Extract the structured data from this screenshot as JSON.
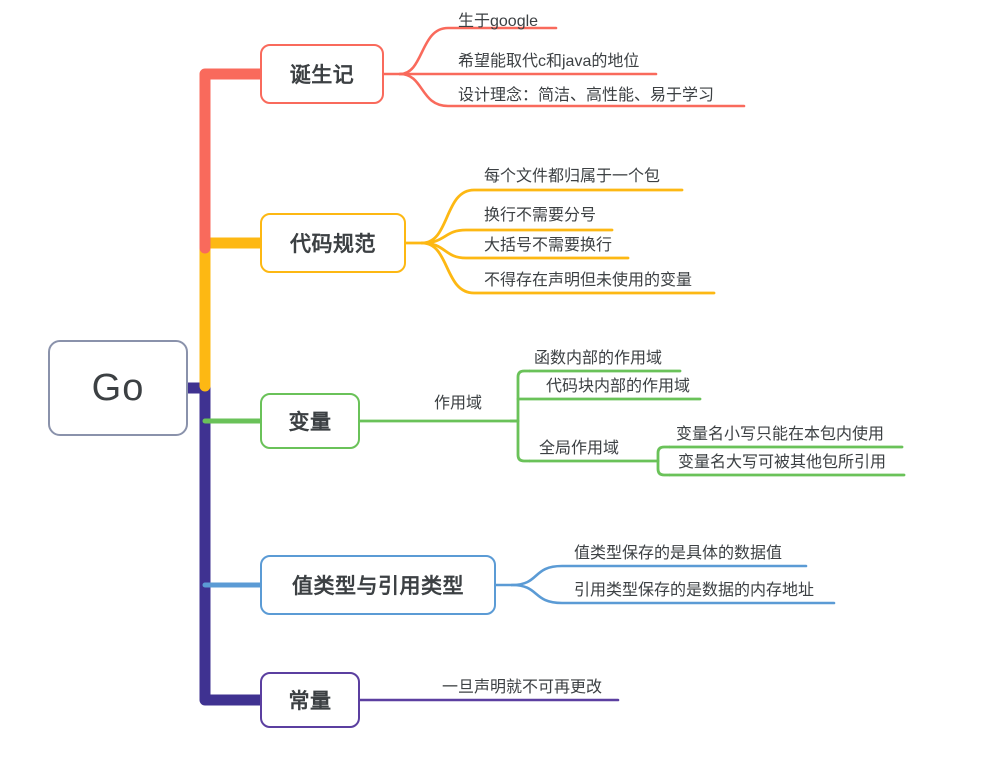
{
  "mindmap": {
    "root": {
      "label": "Go",
      "border_color": "#8a92ab"
    },
    "branches": [
      {
        "label": "诞生记",
        "color": "#f96a5c",
        "children": [
          {
            "label": "生于google"
          },
          {
            "label": "希望能取代c和java的地位"
          },
          {
            "label": "设计理念：简洁、高性能、易于学习"
          }
        ]
      },
      {
        "label": "代码规范",
        "color": "#fdb813",
        "children": [
          {
            "label": "每个文件都归属于一个包"
          },
          {
            "label": "换行不需要分号"
          },
          {
            "label": "大括号不需要换行"
          },
          {
            "label": "不得存在声明但未使用的变量"
          }
        ]
      },
      {
        "label": "变量",
        "color": "#6ac259",
        "mid_label": "作用域",
        "children": [
          {
            "label": "函数内部的作用域"
          },
          {
            "label": "代码块内部的作用域"
          },
          {
            "label": "全局作用域",
            "children": [
              {
                "label": "变量名小写只能在本包内使用"
              },
              {
                "label": "变量名大写可被其他包所引用"
              }
            ]
          }
        ]
      },
      {
        "label": "值类型与引用类型",
        "color": "#5b9bd5",
        "children": [
          {
            "label": "值类型保存的是具体的数据值"
          },
          {
            "label": "引用类型保存的是数据的内存地址"
          }
        ]
      },
      {
        "label": "常量",
        "color": "#5b3fa0",
        "children": [
          {
            "label": "一旦声明就不可再更改"
          }
        ]
      }
    ],
    "trunk": {
      "upper_color": "#f96a5c",
      "mid_color": "#fdb813",
      "lower_color": "#3f3291"
    }
  }
}
